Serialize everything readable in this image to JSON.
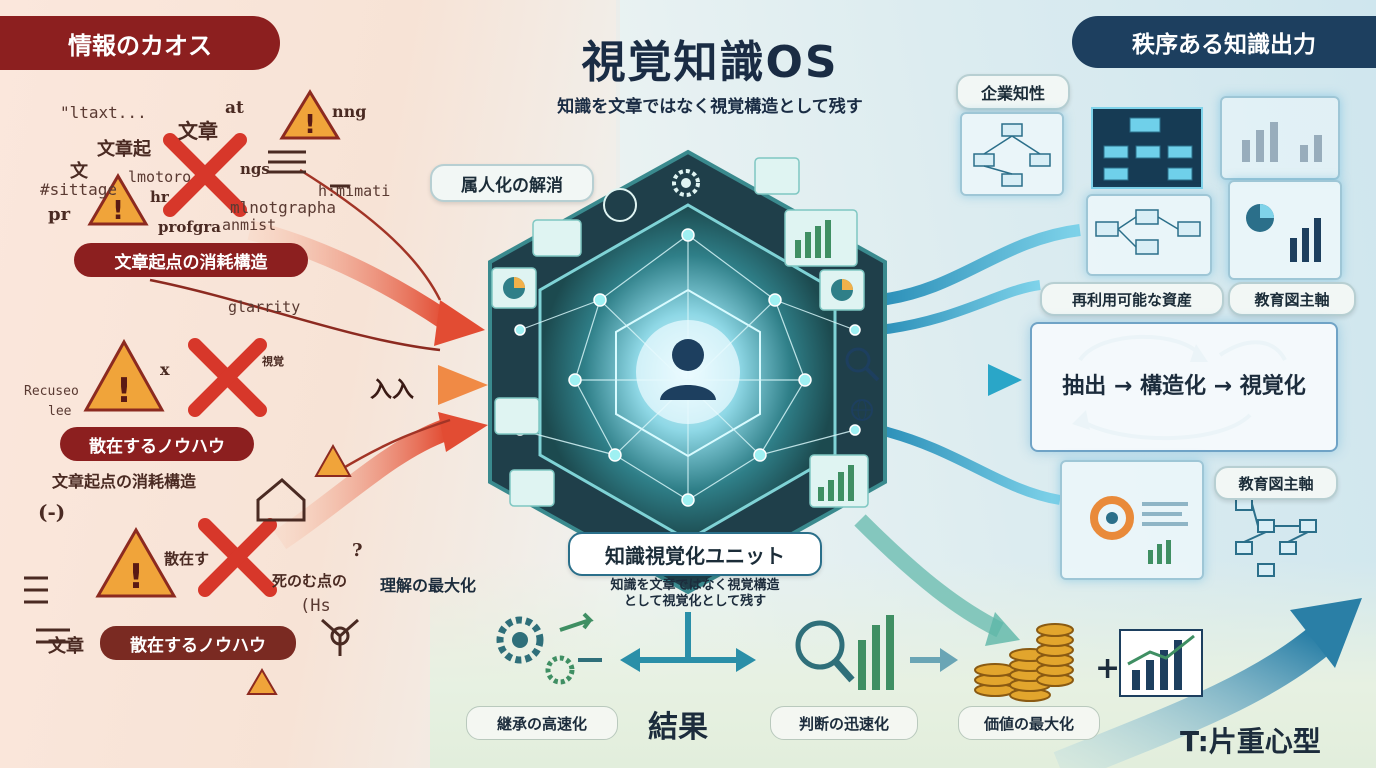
{
  "title": "視覚知識OS",
  "subtitle": "知識を文章ではなく視覚構造として残す",
  "left": {
    "header": "情報のカオス",
    "labels": {
      "consumption": "文章起点の消耗構造",
      "scattered": "散在するノウハウ",
      "consumption_plain": "文章起点の消耗構造",
      "scattered_bottom": "散在するノウハウ"
    },
    "chaos_text": [
      "\"ltaxt...",
      "at",
      "nng",
      "文章",
      "文章起",
      "文 ",
      "lmotoro",
      "ngs",
      "#sittage",
      "hr",
      "h:mimati",
      "pr",
      "mlnotgrapha",
      "profgra",
      "anmist",
      "glarrity",
      "Recuseo",
      "lee",
      "x",
      "視覚",
      "文章起",
      "散在す",
      "死のむ点の",
      "(Hs",
      "文章",
      "(-)",
      "?"
    ],
    "input_label": "入入"
  },
  "center": {
    "top_label": "属人化の解消",
    "unit_label": "知識視覚化ユニット",
    "unit_caption": "知識を文章ではなく視覚構造\nとして視覚化として残す",
    "left_bottom_label": "理解の最大化"
  },
  "right": {
    "header": "秩序ある知識出力",
    "corp": "企業知性",
    "reusable": "再利用可能な資産",
    "education1": "教育図主軸",
    "education2": "教育図主軸",
    "process": "抽出 → 構造化 → 視覚化"
  },
  "bottom": {
    "inherit": "継承の高速化",
    "result": "結果",
    "judgement": "判断の迅速化",
    "value": "価値の最大化",
    "footer": "T:片重心型"
  },
  "colors": {
    "red": "#8c1f1f",
    "navy": "#1d3f5f",
    "teal": "#2aa6c8",
    "arrow_red": "#e0573d",
    "hex_dark": "#1f3f4a"
  },
  "icons": [
    "warning-icon",
    "cross-icon",
    "person-icon",
    "gear-icon",
    "chart-icon",
    "magnifier-icon",
    "globe-icon",
    "coins-icon",
    "flowchart-icon"
  ]
}
